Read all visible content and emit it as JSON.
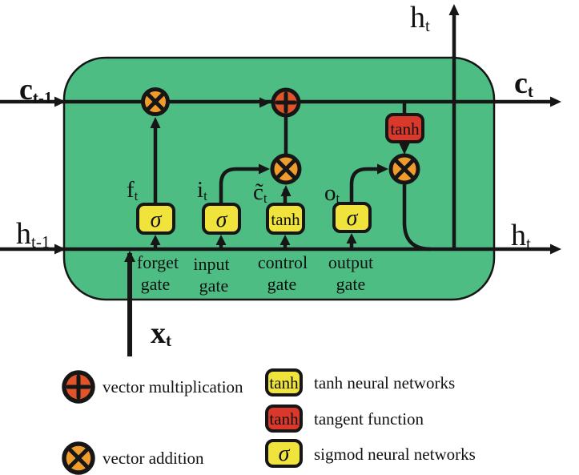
{
  "diagram_type": "LSTM cell diagram",
  "colors": {
    "cell_fill": "#4ebd84",
    "multiply_circle_fill": "#f09c2c",
    "add_circle_fill": "#e0542a",
    "tanh_red_fill": "#d9382b",
    "yellow_node_fill": "#efe33c",
    "line_color": "#161616",
    "background": "#ffffff"
  },
  "io": {
    "c_prev": {
      "main": "c",
      "sub": "t-1"
    },
    "h_prev": {
      "main": "h",
      "sub": "t-1"
    },
    "x_in": {
      "main": "x",
      "sub": "t"
    },
    "h_top": {
      "main": "h",
      "sub": "t"
    },
    "c_out": {
      "main": "c",
      "sub": "t"
    },
    "h_out": {
      "main": "h",
      "sub": "t"
    }
  },
  "signals": {
    "f": {
      "main": "f",
      "sub": "t"
    },
    "i": {
      "main": "i",
      "sub": "t"
    },
    "c_tilde": {
      "main": "c̃",
      "sub": "t"
    },
    "o": {
      "main": "o",
      "sub": "t"
    }
  },
  "nodes": {
    "sigma": "σ",
    "tanh": "tanh"
  },
  "gates": {
    "forget": {
      "line1": "forget",
      "line2": "gate"
    },
    "input": {
      "line1": "input",
      "line2": "gate"
    },
    "control": {
      "line1": "control",
      "line2": "gate"
    },
    "output": {
      "line1": "output",
      "line2": "gate"
    }
  },
  "legend": {
    "vector_multiplication": "vector multiplication",
    "vector_addition": "vector addition",
    "tanh_nn": "tanh neural networks",
    "tangent_fn": "tangent function",
    "sigmoid_nn": "sigmod neural networks"
  }
}
